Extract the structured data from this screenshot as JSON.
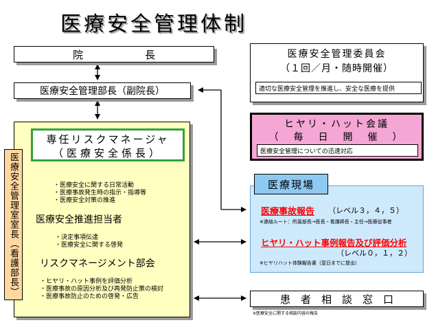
{
  "title": "医療安全管理体制",
  "director": {
    "left": "院",
    "right": "長"
  },
  "manager": "医療安全管理部長（副院長）",
  "committee": {
    "name": "医療安全管理委員会",
    "meeting": "（１回／月・随時開催）",
    "duty": "適切な医療安全管理を推進し、安全な医療を提供"
  },
  "hiyari_meeting": {
    "name": "ヒヤリ・ハット会議",
    "meeting": "（　毎　日　開　催　）",
    "duty": "医療安全管理についての迅速対応"
  },
  "safety_office": {
    "vertical_label": "医療安全管理室室長（看護部長）",
    "risk_manager": {
      "line1": "専任リスクマネージャ",
      "line2": "（医療安全係長）"
    },
    "risk_manager_tasks": [
      "・医療安全に関する日常活動",
      "・医療事故発生時の指示・指導等",
      "・医療安全対策の推進"
    ],
    "promoter_heading": "医療安全推進担当者",
    "promoter_tasks": [
      "・決定事項伝達",
      "・医療安全に関する啓発"
    ],
    "committee_heading": "リスクマネージメント部会",
    "committee_tasks": [
      "・ヒヤリ・ハット事例を評価分析",
      "・医療事故の原因分析及び再発防止策の検討",
      "・医療事故防止のための啓発・広告"
    ]
  },
  "medical_site": {
    "label": "医療現場",
    "accident_report": "医療事故報告",
    "accident_level": "（レベル３，４，５）",
    "accident_route": "※連絡ルート：所属部長→医長・看護師長・主任→医療従事者",
    "hiyari_report": "ヒヤリ・ハット事例報告及び評価分析",
    "hiyari_level": "（レベル０，１，２）",
    "hiyari_note": "※ヒヤリハット体験報告書（翌日までに提出）"
  },
  "patient_consult": "患　者　相　談　窓　口",
  "patient_note": "※医療安全に関する相談内容の報告"
}
